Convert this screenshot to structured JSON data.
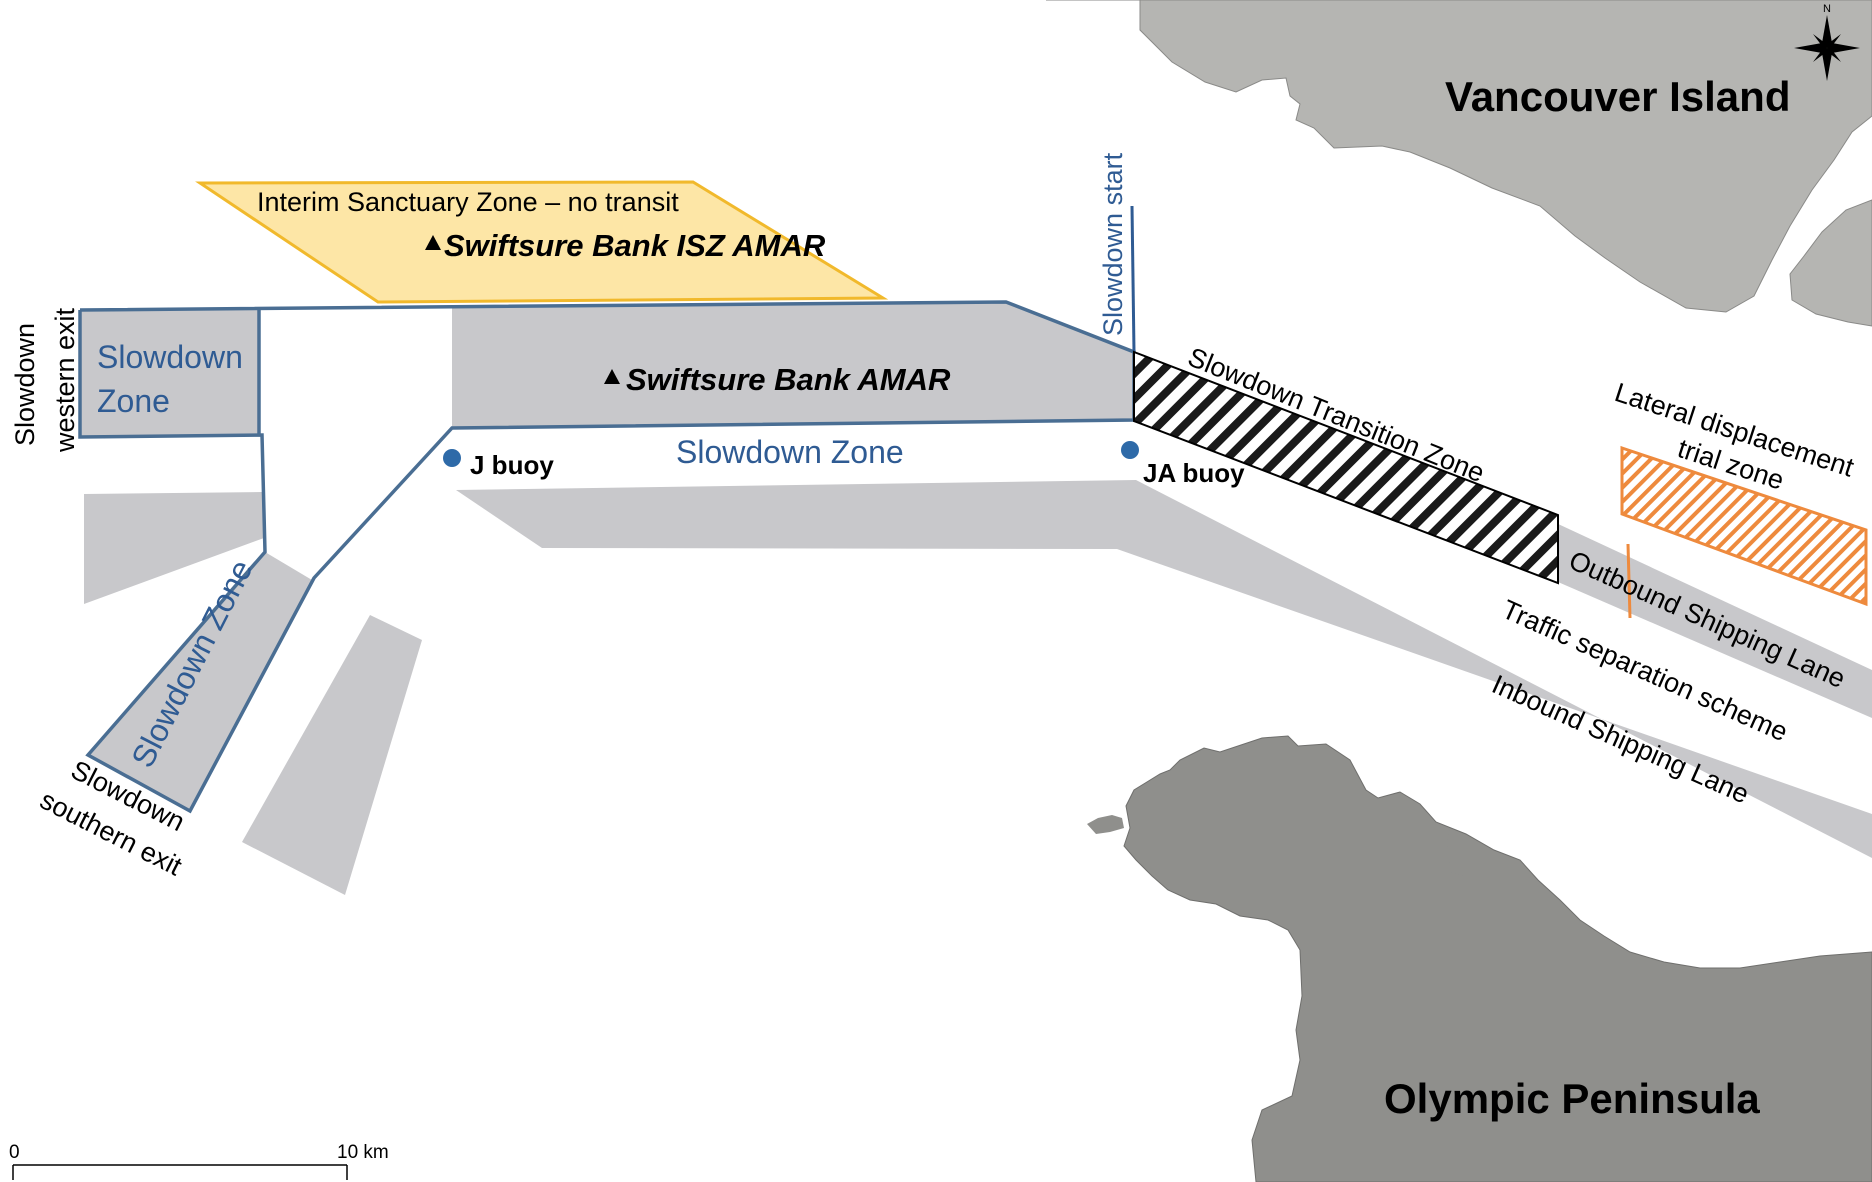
{
  "map": {
    "landmasses": {
      "north": "Vancouver Island",
      "south": "Olympic Peninsula"
    },
    "zones": {
      "interim_sanctuary": "Interim Sanctuary Zone – no transit",
      "slowdown_zone_west_line1": "Slowdown",
      "slowdown_zone_west_line2": "Zone",
      "slowdown_zone_southwest": "Slowdown Zone",
      "slowdown_zone_main": "Slowdown Zone",
      "slowdown_transition": "Slowdown Transition Zone",
      "lateral_trial_line1": "Lateral displacement",
      "lateral_trial_line2": "trial zone"
    },
    "stations": {
      "isz_amar": "Swiftsure Bank ISZ AMAR",
      "bank_amar": "Swiftsure Bank AMAR"
    },
    "buoys": {
      "j": "J buoy",
      "ja": "JA buoy"
    },
    "boundaries": {
      "slowdown_start": "Slowdown start",
      "western_exit_line1": "Slowdown",
      "western_exit_line2": "western exit",
      "southern_exit_line1": "Slowdown",
      "southern_exit_line2": "southern exit"
    },
    "shipping": {
      "outbound": "Outbound Shipping Lane",
      "separation": "Traffic separation scheme",
      "inbound": "Inbound Shipping Lane"
    },
    "scale_bar": {
      "start": "0",
      "end": "10 km"
    },
    "compass": {
      "north": "N"
    },
    "colors": {
      "land_north": "#b5b5b2",
      "land_south": "#8f8f8c",
      "lane_fill": "#c8c8cb",
      "slowdown_outline": "#4a6e93",
      "isz_fill": "#fde6a6",
      "isz_outline": "#f1b92c",
      "trial_hatch": "#ee8a3d",
      "buoy": "#2e6aa8"
    }
  }
}
